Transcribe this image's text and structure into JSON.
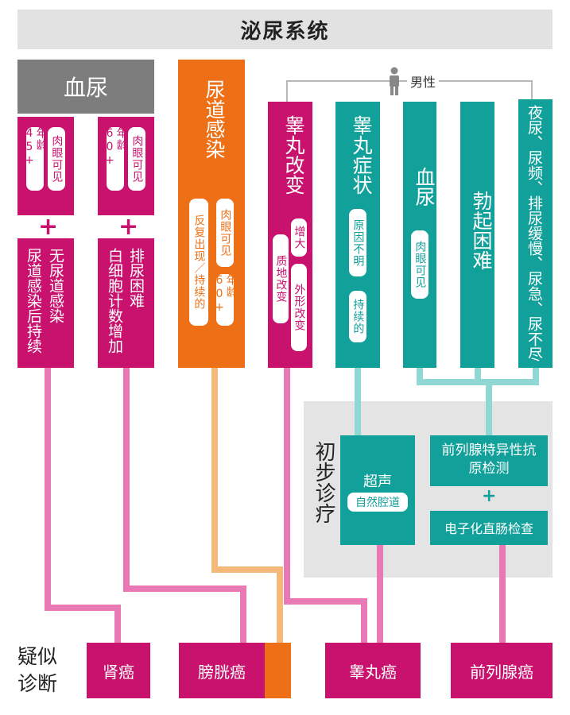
{
  "title": "泌尿系统",
  "blood_urine": {
    "header": "血尿",
    "col1_tags": [
      "肉眼可见",
      "年龄45+"
    ],
    "col2_tags": [
      "肉眼可见",
      "年龄60+"
    ],
    "col1_condition": [
      "无尿道感染",
      "尿道感染后持续"
    ],
    "col2_condition": [
      "排尿困难",
      "白细胞计数增加"
    ],
    "plus": "+"
  },
  "uti": {
    "title": "尿道感染",
    "tags": [
      "肉眼可见",
      "年龄60+",
      "反复出现／持续的"
    ]
  },
  "male": {
    "label": "男性",
    "testicular_change": {
      "title": "睾丸改变",
      "tags": [
        "增大",
        "外形改变",
        "质地改变"
      ]
    },
    "testicular_symptom": {
      "title": "睾丸症状",
      "tags": [
        "原因不明",
        "持续的"
      ]
    },
    "hematuria": {
      "title": "血尿",
      "tag": "肉眼可见"
    },
    "ed": {
      "title": "勃起困难"
    },
    "luts": {
      "title": "夜尿、尿频、排尿缓慢、尿急、尿不尽"
    }
  },
  "initial_dx": {
    "label": "初步诊疗",
    "ultrasound": "超声",
    "ultrasound_sub": "自然腔道",
    "psa": "前列腺特异性抗原检测",
    "plus": "+",
    "dre": "电子化直肠检查"
  },
  "suspected_dx": {
    "label": "疑似诊断",
    "items": [
      "肾癌",
      "膀胱癌",
      "睾丸癌",
      "前列腺癌"
    ]
  },
  "colors": {
    "magenta": "#c8126e",
    "orange": "#ed7016",
    "teal": "#11a09a",
    "gray": "#7d7d7d"
  }
}
